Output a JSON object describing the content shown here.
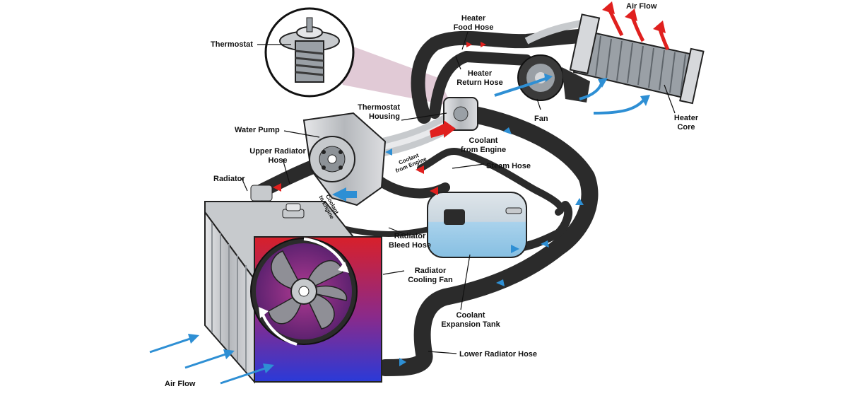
{
  "labels": {
    "thermostat": "Thermostat",
    "heater_food_hose": [
      "Heater",
      "Food Hose"
    ],
    "air_flow_top": "Air Flow",
    "heater_return_hose": [
      "Heater",
      "Return Hose"
    ],
    "fan": "Fan",
    "heater_core": [
      "Heater",
      "Core"
    ],
    "thermostat_housing": [
      "Thermostat",
      "Housing"
    ],
    "water_pump": "Water Pump",
    "coolant_from_engine": [
      "Coolant",
      "from Engine"
    ],
    "coolant_from_engine_small": [
      "Coolant",
      "from Engine"
    ],
    "upper_radiator_hose": [
      "Upper Radiator",
      "Hose"
    ],
    "steam_hose": "Steam Hose",
    "radiator": "Radiator",
    "coolant_to_engine": [
      "Coolant",
      "to Engine"
    ],
    "radiator_bleed_hose": [
      "Radiator",
      "Bleed Hose"
    ],
    "radiator_cooling_fan": [
      "Radiator",
      "Cooling Fan"
    ],
    "coolant_expansion_tank": [
      "Coolant",
      "Expansion Tank"
    ],
    "lower_radiator_hose": "Lower Radiator Hose",
    "air_flow_bottom": "Air Flow"
  },
  "colors": {
    "hose": "#2b2b2b",
    "flow_hot": "#e0201e",
    "flow_cold": "#2e8fd4",
    "metal": "#b9bcc0",
    "tank": "#aed3ea",
    "callout": "#d9b9c8"
  }
}
